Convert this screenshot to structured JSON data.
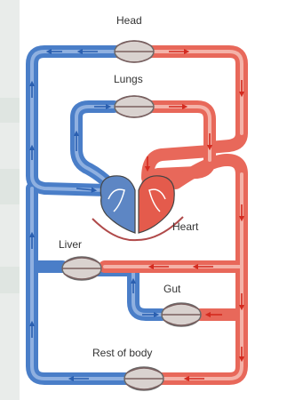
{
  "labels": {
    "head": "Head",
    "lungs": "Lungs",
    "heart": "Heart",
    "liver": "Liver",
    "gut": "Gut",
    "rest_of_body": "Rest of body"
  },
  "colors": {
    "deoxygenated": "#4a7ec8",
    "deoxygenated_light": "#8fb0e0",
    "oxygenated": "#e8685a",
    "oxygenated_light": "#f4b2a8",
    "arrow_blue": "#2a5fb0",
    "arrow_red": "#d42a1f"
  }
}
